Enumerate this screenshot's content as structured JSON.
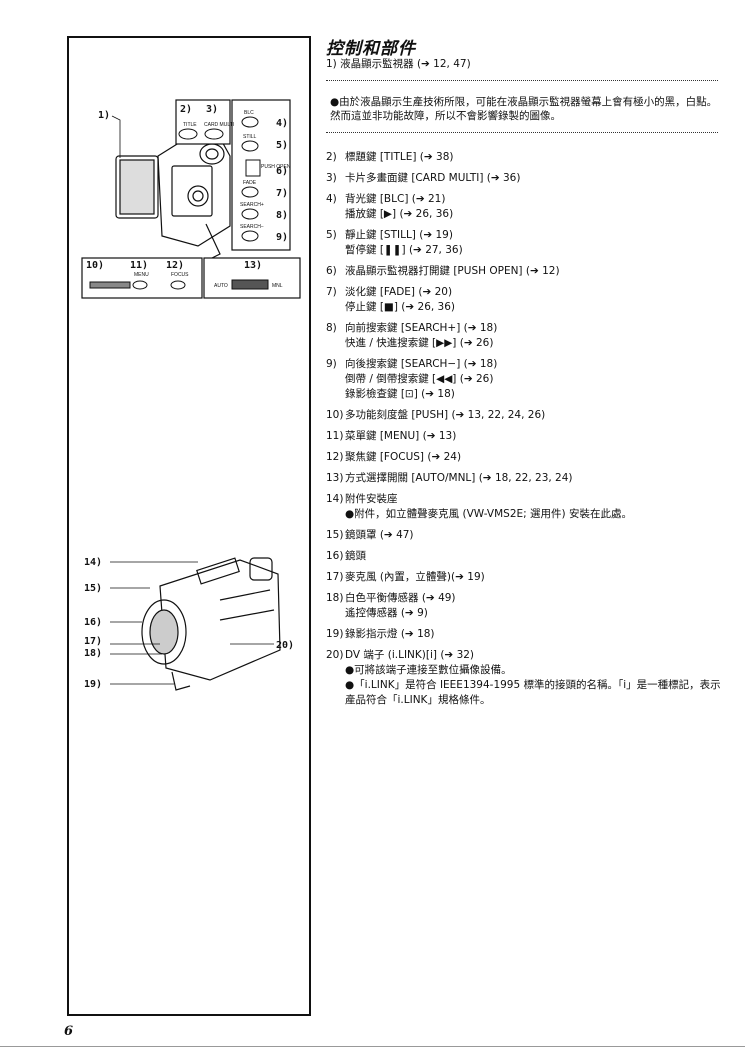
{
  "page_title": "控制和部件",
  "item1": "1)  液晶顯示監視器 (➔ 12, 47)",
  "note": "●由於液晶顯示生產技術所限，可能在液晶顯示監視器螢幕上會有極小的黑，白點。然而這並非功能故障，所以不會影響錄製的圖像。",
  "items": [
    {
      "num": "2)",
      "lines": [
        "標題鍵 [TITLE] (➔ 38)"
      ]
    },
    {
      "num": "3)",
      "lines": [
        "卡片多畫面鍵 [CARD MULTI] (➔ 36)"
      ]
    },
    {
      "num": "4)",
      "lines": [
        "背光鍵 [BLC] (➔ 21)",
        "播放鍵 [▶] (➔ 26, 36)"
      ]
    },
    {
      "num": "5)",
      "lines": [
        "靜止鍵 [STILL] (➔ 19)",
        "暫停鍵 [❚❚] (➔ 27, 36)"
      ]
    },
    {
      "num": "6)",
      "lines": [
        "液晶顯示監視器打開鍵 [PUSH OPEN] (➔ 12)"
      ]
    },
    {
      "num": "7)",
      "lines": [
        "淡化鍵 [FADE] (➔ 20)",
        "停止鍵 [■] (➔ 26, 36)"
      ]
    },
    {
      "num": "8)",
      "lines": [
        "向前搜索鍵 [SEARCH+] (➔ 18)",
        "快進 / 快進搜索鍵 [▶▶] (➔ 26)"
      ]
    },
    {
      "num": "9)",
      "lines": [
        "向後搜索鍵 [SEARCH−] (➔ 18)",
        "倒帶 / 倒帶搜索鍵 [◀◀] (➔ 26)",
        "錄影檢查鍵 [⊡] (➔ 18)"
      ]
    },
    {
      "num": "10)",
      "lines": [
        "多功能刻度盤 [PUSH] (➔ 13, 22, 24, 26)"
      ]
    },
    {
      "num": "11)",
      "lines": [
        "菜單鍵 [MENU] (➔ 13)"
      ]
    },
    {
      "num": "12)",
      "lines": [
        "聚焦鍵 [FOCUS] (➔ 24)"
      ]
    },
    {
      "num": "13)",
      "lines": [
        "方式選擇開關 [AUTO/MNL] (➔ 18, 22, 23, 24)"
      ]
    },
    {
      "num": "14)",
      "lines": [
        "附件安裝座"
      ],
      "bullets": [
        "●附件，如立體聲麥克風 (VW-VMS2E; 選用件) 安裝在此處。"
      ]
    },
    {
      "num": "15)",
      "lines": [
        "鏡頭罩 (➔ 47)"
      ]
    },
    {
      "num": "16)",
      "lines": [
        "鏡頭"
      ]
    },
    {
      "num": "17)",
      "lines": [
        "麥克風 (內置，立體聲)(➔ 19)"
      ]
    },
    {
      "num": "18)",
      "lines": [
        "白色平衡傳感器 (➔ 49)",
        "遙控傳感器 (➔ 9)"
      ]
    },
    {
      "num": "19)",
      "lines": [
        "錄影指示燈 (➔ 18)"
      ]
    },
    {
      "num": "20)",
      "lines": [
        "DV 端子 (i.LINK)[i] (➔ 32)"
      ],
      "bullets": [
        "●可將該端子連接至數位攝像設備。",
        "●「i.LINK」是符合 IEEE1394-1995 標準的接頭的名稱。「i」是一種標記，表示產品符合「i.LINK」規格條件。"
      ]
    }
  ],
  "figure_top": {
    "callouts": [
      "1)",
      "2)",
      "3)",
      "4)",
      "5)",
      "6)",
      "7)",
      "8)",
      "9)",
      "10)",
      "11)",
      "12)",
      "13)"
    ],
    "button_labels": [
      "TITLE",
      "CARD MULTI",
      "BLC",
      "STILL",
      "PUSH OPEN",
      "FADE",
      "SEARCH+",
      "SEARCH−",
      "MENU",
      "FOCUS",
      "AUTO",
      "MNL"
    ]
  },
  "figure_bottom": {
    "callouts": [
      "14)",
      "15)",
      "16)",
      "17)",
      "18)",
      "19)",
      "20)"
    ]
  },
  "page_number": "6"
}
